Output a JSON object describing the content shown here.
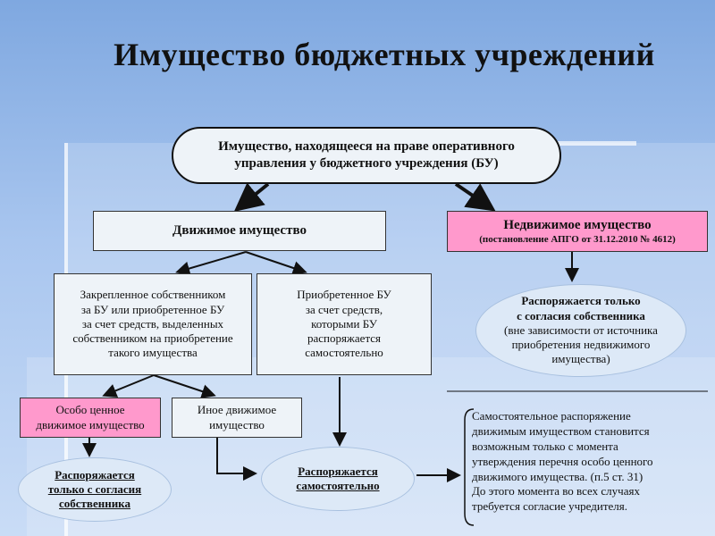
{
  "title": "Имущество бюджетных учреждений",
  "top_box": {
    "line1": "Имущество, находящееся на праве оперативного",
    "line2": "управления у бюджетного учреждения (БУ)"
  },
  "movable": {
    "label": "Движимое имущество"
  },
  "immovable": {
    "label": "Недвижимое имущество",
    "sub": "(постановление АПГО от 31.12.2010 № 4612)"
  },
  "assigned": {
    "lines": [
      "Закрепленное собственником",
      "за БУ или приобретенное БУ",
      "за счет средств, выделенных",
      "собственником на приобретение",
      "такого имущества"
    ]
  },
  "acquired": {
    "lines": [
      "Приобретенное БУ",
      "за счет средств,",
      "которыми БУ",
      "распоряжается",
      "самостоятельно"
    ]
  },
  "owner_consent": {
    "line1": "Распоряжается только",
    "line2": "с согласия собственника",
    "line3": "(вне зависимости от источника",
    "line4": "приобретения недвижимого",
    "line5": "имущества)"
  },
  "special": {
    "line1": "Особо ценное",
    "line2": "движимое имущество"
  },
  "other": {
    "line1": "Иное движимое",
    "line2": "имущество"
  },
  "consent_only": {
    "line1": "Распоряжается",
    "line2": "только с согласия",
    "line3": "собственника"
  },
  "independent": {
    "line1": "Распоряжается",
    "line2": "самостоятельно"
  },
  "note": {
    "lines": [
      "Самостоятельное распоряжение",
      "движимым имуществом становится",
      "возможным только с момента",
      "утверждения перечня особо ценного",
      "движимого имущества. (п.5 ст. 31)",
      "До этого момента во всех случаях",
      "требуется согласие учредителя."
    ]
  },
  "colors": {
    "pink": "#ff99cc",
    "box": "#eef3f8",
    "ellipse": "#dde9f7"
  }
}
